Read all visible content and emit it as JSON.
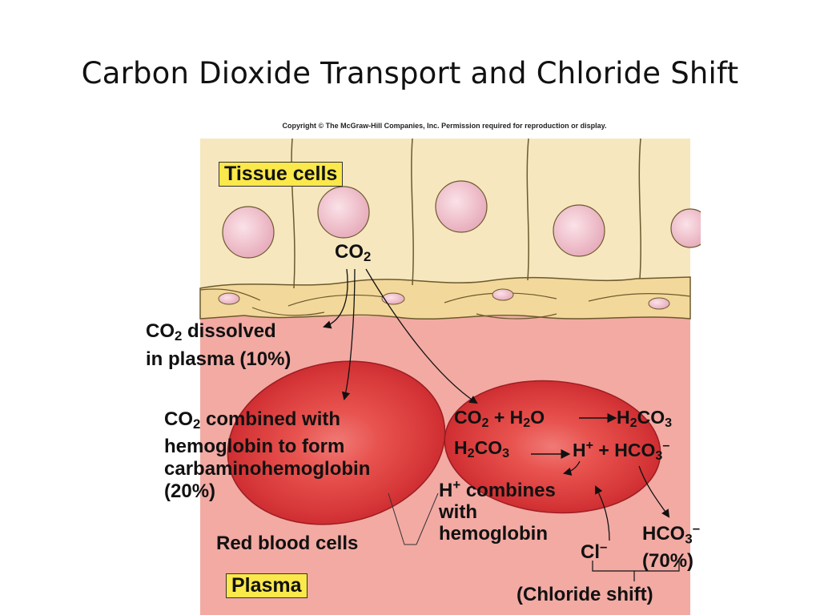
{
  "title": "Carbon Dioxide Transport and Chloride Shift",
  "copyright": "Copyright © The McGraw-Hill Companies, Inc. Permission required for reproduction or display.",
  "labels": {
    "tissue_cells": "Tissue cells",
    "co2_top": "CO",
    "co2_top_sub": "2",
    "dissolved_l1a": "CO",
    "dissolved_l1_sub": "2",
    "dissolved_l1b": " dissolved",
    "dissolved_l2": "in plasma (10%)",
    "carb_l1a": "CO",
    "carb_l1_sub": "2",
    "carb_l1b": " combined with",
    "carb_l2": "hemoglobin to form",
    "carb_l3": "carbaminohemoglobin",
    "carb_l4": "(20%)",
    "eq1_co2": "CO",
    "eq1_co2_sub": "2",
    "eq1_plus": " + H",
    "eq1_h2o_sub": "2",
    "eq1_o": "O",
    "eq1_h": "H",
    "eq1_h_sub": "2",
    "eq1_co": "CO",
    "eq1_co_sub": "3",
    "eq2_h": "H",
    "eq2_h_sub": "2",
    "eq2_co": "CO",
    "eq2_co_sub": "3",
    "eq2_hplus": "H",
    "eq2_hplus_sup": "+",
    "eq2_plus": " + HCO",
    "eq2_hco3_sub": "3",
    "eq2_minus": "–",
    "hcomb_l1a": "H",
    "hcomb_l1_sup": "+",
    "hcomb_l1b": " combines",
    "hcomb_l2": "with",
    "hcomb_l3": "hemoglobin",
    "cl": "Cl",
    "cl_sup": "–",
    "hco3": "HCO",
    "hco3_sub": "3",
    "hco3_sup": "–",
    "pct70": "(70%)",
    "rbc": "Red blood cells",
    "plasma": "Plasma",
    "chloride_shift": "(Chloride shift)"
  },
  "colors": {
    "tissue": "#f7e7bf",
    "nucleus": "#f2c3cf",
    "plasma": "#f2aaa3",
    "rbc": "#d8393a",
    "label_box": "#fbe84a"
  }
}
